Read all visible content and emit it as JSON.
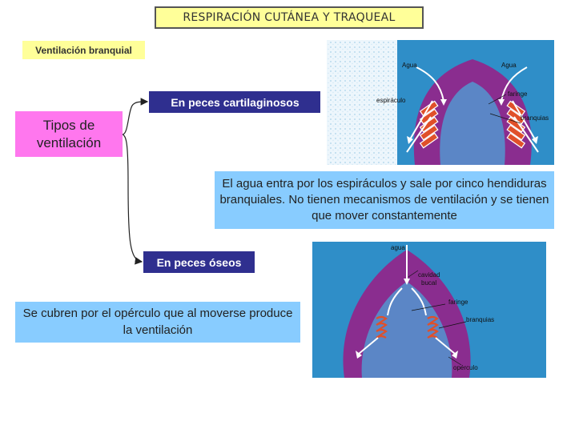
{
  "title": "RESPIRACIÓN CUTÁNEA Y TRAQUEAL",
  "section_label": "Ventilación branquial",
  "root_label": "Tipos de ventilación",
  "branches": {
    "cartilaginous": {
      "label": "En peces cartilaginosos",
      "description": "El agua entra por los espiráculos y sale por cinco hendiduras branquiales. No tienen mecanismos de ventilación y se tienen que mover constantemente"
    },
    "bony": {
      "label": "En peces óseos",
      "description": "Se cubren por el opérculo que al moverse produce la ventilación"
    }
  },
  "figure_cartilaginous": {
    "labels": {
      "water_left": "Agua",
      "water_right": "Agua",
      "spiracle": "espiráculo",
      "pharynx": "faringe",
      "gills": "branquias"
    }
  },
  "figure_bony": {
    "labels": {
      "water": "agua",
      "mouth_cavity_1": "cavidad",
      "mouth_cavity_2": "bucal",
      "pharynx": "faringe",
      "gills": "branquias",
      "operculum": "opérculo"
    }
  },
  "colors": {
    "title_bg": "#ffff99",
    "root_bg": "#ff77ee",
    "tag_bg": "#2f2f8f",
    "info_bg": "#88ccff",
    "body_purple": "#8a2d8f",
    "inner_blue": "#5b86c6",
    "gill_red": "#e0502a"
  }
}
